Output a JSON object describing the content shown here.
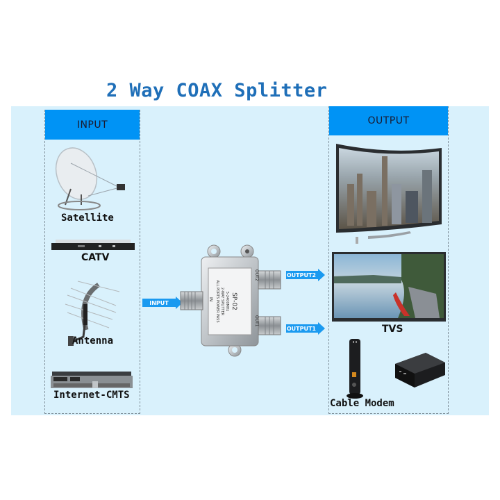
{
  "title": "2 Way COAX Splitter",
  "colors": {
    "title": "#1f6fb8",
    "band": "#d9f1fc",
    "panel_header": "#0093f5",
    "arrow": "#1a9af0"
  },
  "input_panel": {
    "header": "INPUT",
    "items": [
      {
        "label": "Satellite",
        "icon": "satellite-dish-icon"
      },
      {
        "label": "CATV",
        "icon": "catv-rack-unit-icon"
      },
      {
        "label": "Antenna",
        "icon": "yagi-antenna-icon"
      },
      {
        "label": "Internet-CMTS",
        "icon": "cmts-router-icon"
      }
    ]
  },
  "splitter": {
    "model": "SP-02",
    "freq": "5-2400MHz",
    "type": "2-WAY SPLITTER",
    "pass": "ALL PORTS POWER PASS",
    "port_in": "IN",
    "port_out1": "OUT1",
    "port_out2": "OUT2"
  },
  "arrows": {
    "input": "INPUT",
    "output2": "OUTPUT2",
    "output1": "OUTPUT1"
  },
  "output_panel": {
    "header": "OUTPUT",
    "items": [
      {
        "label": "TVS",
        "icon": "television-icon"
      },
      {
        "label": "Cable Modem",
        "icon": "cable-modem-icon"
      }
    ]
  }
}
